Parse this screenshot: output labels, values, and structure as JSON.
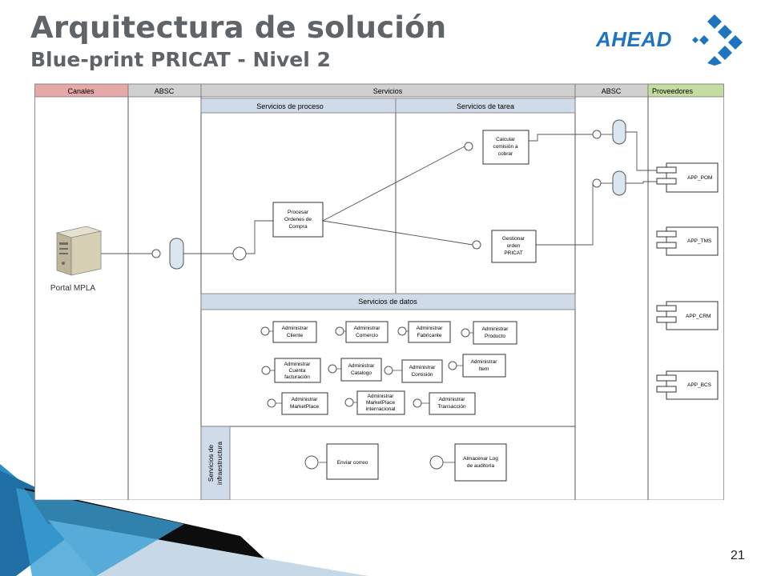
{
  "header": {
    "title": "Arquitectura de solución",
    "subtitle": "Blue-print PRICAT - Nivel 2"
  },
  "logo": {
    "text": "AHEAD",
    "color": "#1e74bf"
  },
  "page_number": "21",
  "lanes": {
    "canales": "Canales",
    "absc_left": "ABSC",
    "servicios": "Servicios",
    "absc_right": "ABSC",
    "proveedores": "Proveedores"
  },
  "sections": {
    "servicios_proceso": "Servicios de proceso",
    "servicios_tarea": "Servicios de tarea",
    "servicios_datos": "Servicios de datos",
    "servicios_infra_line1": "Servicios de",
    "servicios_infra_line2": "infraestructura"
  },
  "portal": {
    "label": "Portal MPLA"
  },
  "process": {
    "procesar": [
      "Procesar",
      "Ordenes de",
      "Compra"
    ]
  },
  "tasks": {
    "calcular": [
      "Calcular",
      "comisión a",
      "cobrar"
    ],
    "gestionar": [
      "Gestionar",
      "orden",
      "PRICAT"
    ]
  },
  "data_services": {
    "cliente": [
      "Administrar",
      "Cliente"
    ],
    "comercio": [
      "Administrar",
      "Comercio"
    ],
    "fabricante": [
      "Administrar",
      "Fabricante"
    ],
    "producto": [
      "Administrar",
      "Producto"
    ],
    "cuenta": [
      "Administrar",
      "Cuenta",
      "facturación"
    ],
    "catalogo": [
      "Administrar",
      "Catalogo"
    ],
    "comision": [
      "Administrar",
      "Comisión"
    ],
    "item": [
      "Administrar",
      "Item"
    ],
    "marketplace": [
      "Administrar",
      "MarketPlace"
    ],
    "marketplace_int": [
      "Administrar",
      "MarketPlace",
      "internacional"
    ],
    "transaccion": [
      "Administrar",
      "Transacción"
    ]
  },
  "infra_services": {
    "correo": [
      "Enviar correo"
    ],
    "log": [
      "Almacenar Log",
      "de auditoría"
    ]
  },
  "providers": {
    "pom": "APP_POM",
    "tms": "APP_TMS",
    "crm": "APP_CRM",
    "bcs": "APP_BCS"
  },
  "colors": {
    "canales_header": "#e6a9a9",
    "absc_header": "#d0d0d0",
    "servicios_header": "#d0d0d0",
    "proveedores_header": "#c3dca0",
    "section_header": "#cfdbe9",
    "accent": "#1e74bf"
  }
}
